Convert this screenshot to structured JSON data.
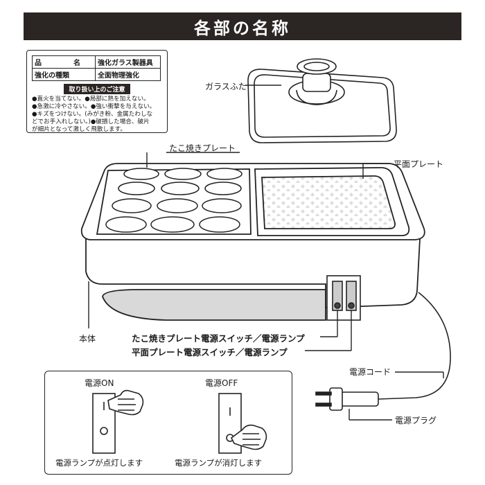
{
  "title": "各部の名称",
  "spec": {
    "rows": [
      {
        "key": "品　名",
        "value": "強化ガラス製器具"
      },
      {
        "key": "強化の種類",
        "value": "全面物理強化"
      }
    ],
    "caution_title": "取り扱い上のご注意",
    "caution_lines": [
      "●直火を当てない。●局部に熱を加えない。",
      "●急激に冷やさない。●強い衝撃を与えない。",
      "●キズをつけない。(みがき粉、金属たわしな",
      "どでお手入れしない。)●破損した場合、破片",
      "が細片となって激しく飛散します。"
    ]
  },
  "labels": {
    "glass_lid": "ガラスふた",
    "takoyaki_plate": "たこ焼きプレート",
    "flat_plate": "平面プレート",
    "body": "本体",
    "takoyaki_switch": "たこ焼きプレート電源スイッチ／電源ランプ",
    "flat_switch": "平面プレート電源スイッチ／電源ランプ",
    "power_cord": "電源コード",
    "power_plug": "電源プラグ"
  },
  "switch_panel": {
    "on": {
      "title": "電源ON",
      "caption": "電源ランプが点灯します"
    },
    "off": {
      "title": "電源OFF",
      "caption": "電源ランプが消灯します"
    }
  }
}
